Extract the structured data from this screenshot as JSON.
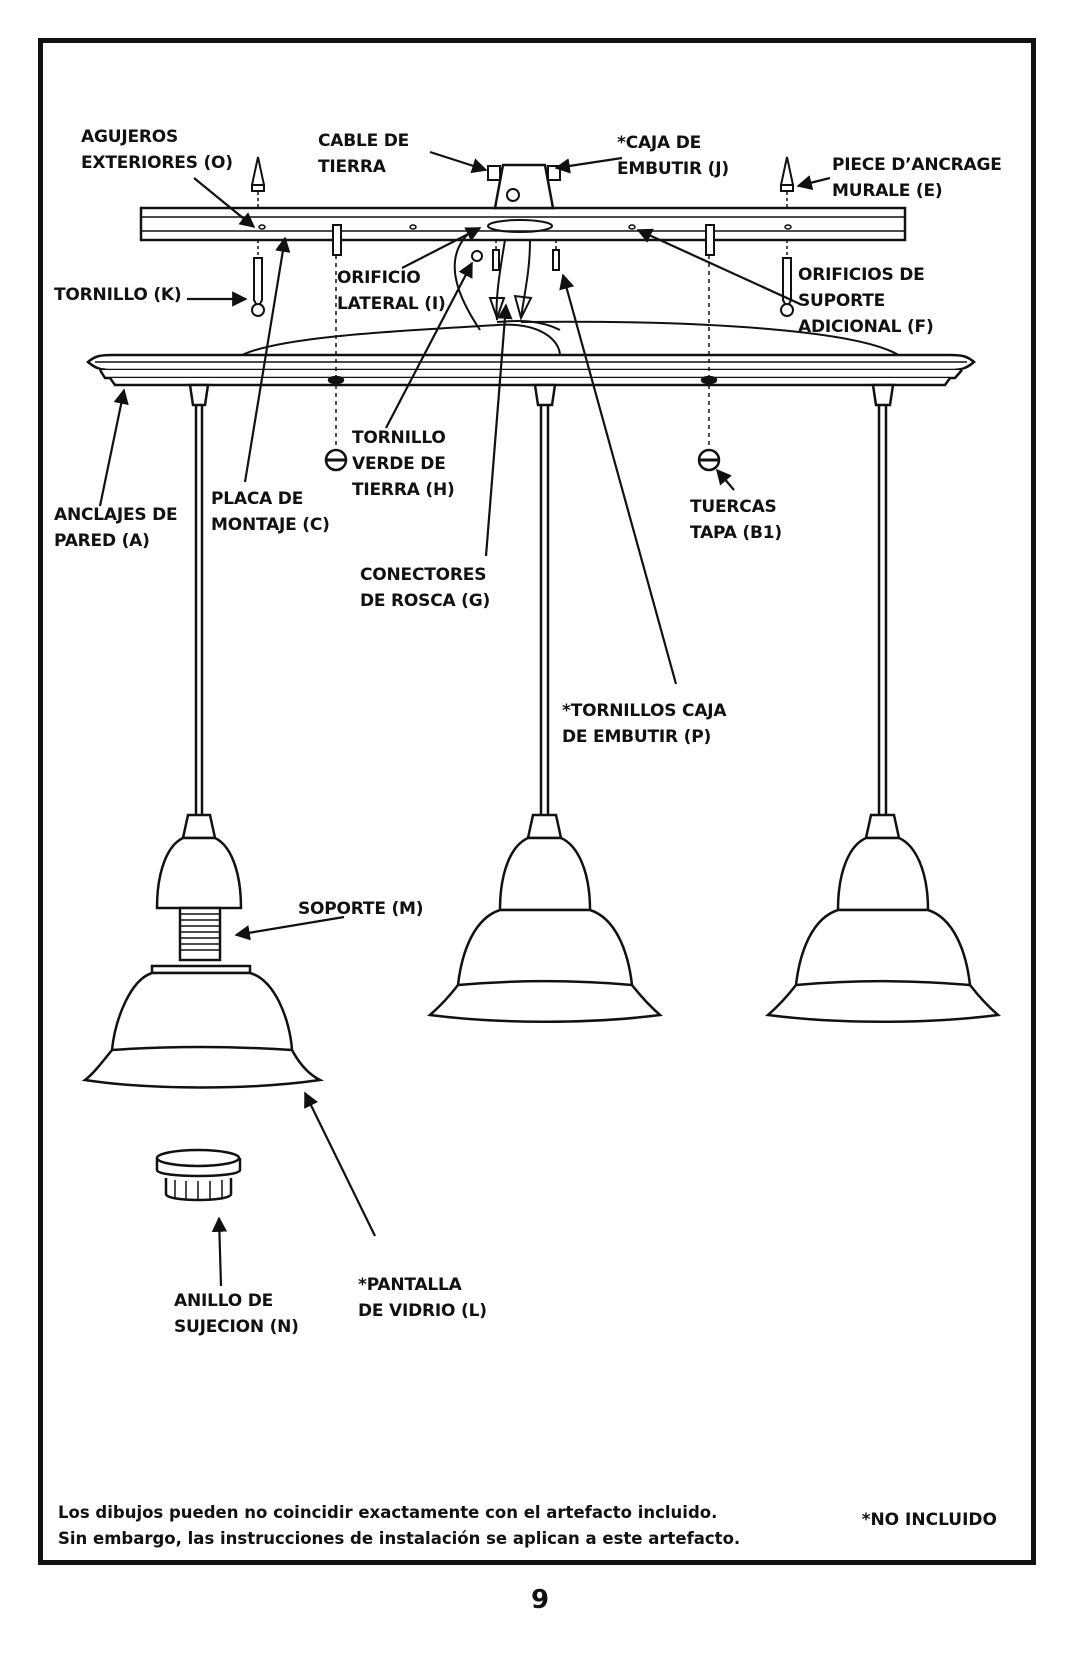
{
  "labels": {
    "agujeros": "AGUJEROS\nEXTERIORES (O)",
    "cable": "CABLE DE\nTIERRA",
    "caja": "*CAJA DE\nEMBUTIR (J)",
    "piece": "PIECE D’ANCRAGE\nMURALE (E)",
    "tornillo_k": "TORNILLO (K)",
    "orificio_lateral": "ORIFICIO\nLATERAL (I)",
    "orificios_soporte": "ORIFICIOS DE\nSUPORTE\nADICIONAL (F)",
    "tornillo_verde": "TORNILLO\nVERDE DE\nTIERRA (H)",
    "anclajes": "ANCLAJES DE\nPARED (A)",
    "placa": "PLACA DE\nMONTAJE (C)",
    "tuercas": "TUERCAS\nTAPA (B1)",
    "conectores": "CONECTORES\nDE ROSCA (G)",
    "tornillos_caja": "*TORNILLOS CAJA\n   DE EMBUTIR (P)",
    "soporte_m": "SOPORTE (M)",
    "pantalla": "*PANTALLA\n   DE VIDRIO (L)",
    "anillo": "ANILLO DE\nSUJECION (N)"
  },
  "note": {
    "line1": "Los dibujos pueden no coincidir exactamente con el artefacto incluido.",
    "line2": "Sin embargo, las instrucciones de instalación se aplican a este artefacto."
  },
  "no_incluido": "*NO INCLUIDO",
  "page_number": "9"
}
